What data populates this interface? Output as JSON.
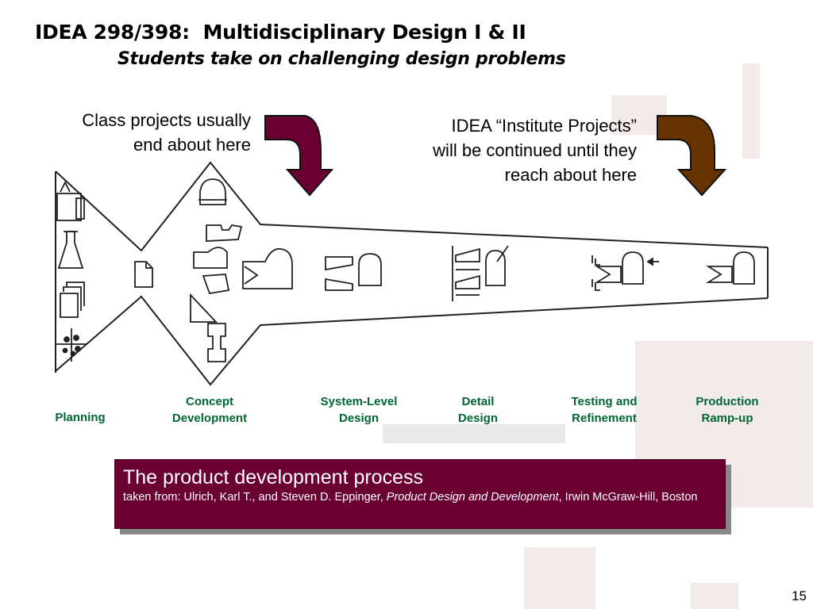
{
  "slide": {
    "title": "IDEA 298/398:  Multidisciplinary Design I & II",
    "subtitle": "Students take on challenging design problems",
    "page_number": "15"
  },
  "notes": {
    "left": [
      "Class projects usually",
      "end about here"
    ],
    "right": [
      "IDEA “Institute Projects”",
      "will be continued until they",
      "reach about here"
    ]
  },
  "arrows": {
    "left_color": "#6b0033",
    "right_color": "#663300"
  },
  "stages": [
    {
      "lines": [
        "Planning"
      ]
    },
    {
      "lines": [
        "Concept",
        "Development"
      ]
    },
    {
      "lines": [
        "System-Level",
        "Design"
      ]
    },
    {
      "lines": [
        "Detail",
        "Design"
      ]
    },
    {
      "lines": [
        "Testing and",
        "Refinement"
      ]
    },
    {
      "lines": [
        "Production",
        "Ramp-up"
      ]
    }
  ],
  "caption": {
    "title": "The product development process",
    "text_prefix": "taken from:  Ulrich, Karl T., and Steven D. Eppinger, ",
    "book_title": "Product Design and Development",
    "text_suffix": ", Irwin McGraw-Hill, Boston"
  },
  "colors": {
    "stage_label": "#006633",
    "caption_bg": "#6b0033"
  }
}
